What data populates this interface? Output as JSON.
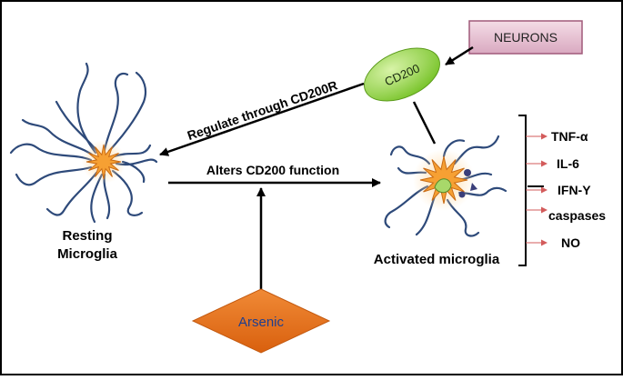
{
  "labels": {
    "neurons": "NEURONS",
    "cd200": "CD200",
    "regulate": "Regulate through CD200R",
    "alters": "Alters CD200 function",
    "resting_line1": "Resting",
    "resting_line2": "Microglia",
    "activated": "Activated microglia",
    "arsenic": "Arsenic"
  },
  "outputs": [
    "TNF-α",
    "IL-6",
    "IFN-Y",
    "caspases",
    "NO"
  ],
  "colors": {
    "neurons_fill": "#e8c8d6",
    "neurons_border": "#a05a7a",
    "cd200_fill": "#8ed23c",
    "arsenic_fill": "#e8731a",
    "arsenic_text": "#1f3f8f",
    "process_stroke": "#2e4a7a",
    "star_fill": "#f6a033",
    "output_arrow": "#d35b5b"
  }
}
